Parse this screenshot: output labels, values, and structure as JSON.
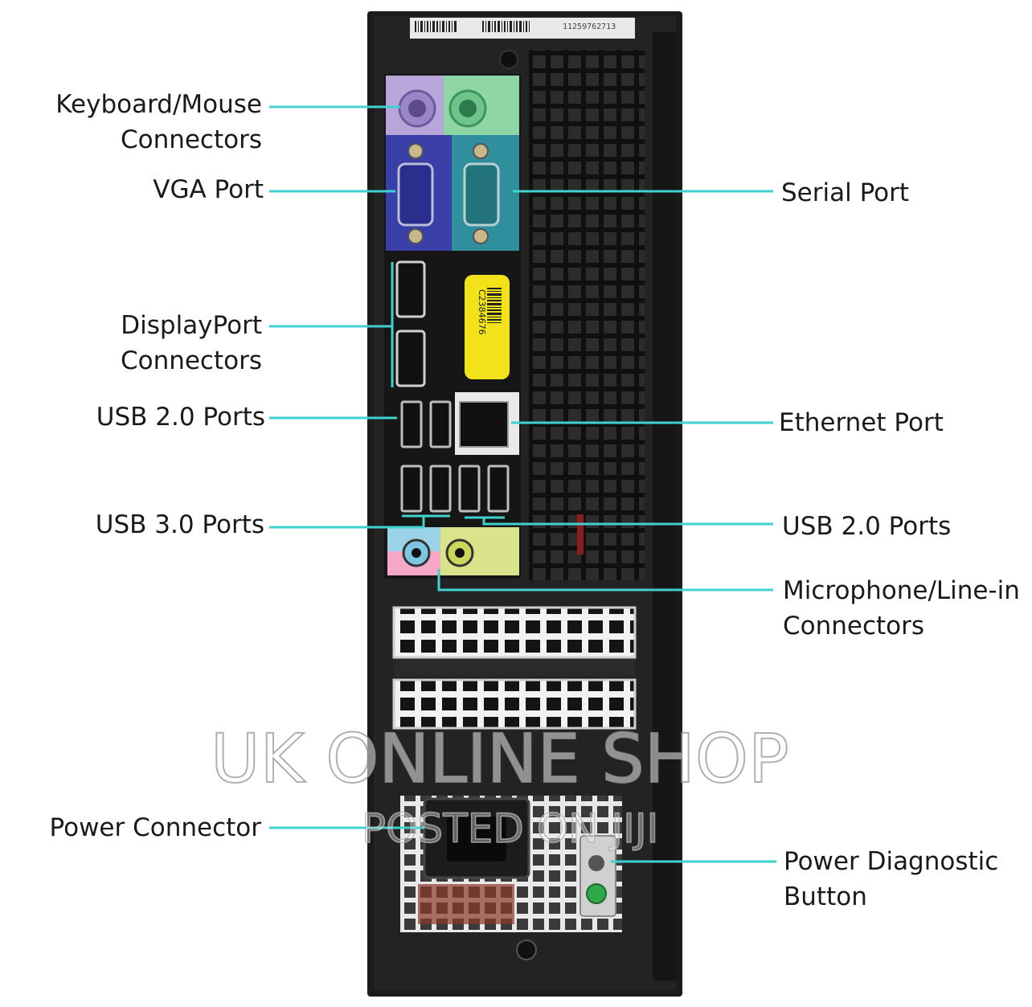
{
  "labels": {
    "keyboard_mouse": [
      "Keyboard/Mouse",
      "Connectors"
    ],
    "vga": "VGA Port",
    "displayport": [
      "DisplayPort",
      "Connectors"
    ],
    "usb2_left": "USB 2.0 Ports",
    "usb3": "USB 3.0 Ports",
    "power_connector": "Power Connector",
    "serial": "Serial Port",
    "ethernet": "Ethernet Port",
    "usb2_right": "USB 2.0 Ports",
    "mic_line_in": [
      "Microphone/Line-in",
      "Connectors"
    ],
    "power_diag": [
      "Power Diagnostic",
      "Button"
    ]
  },
  "tower": {
    "top_label_text": "11259762713",
    "barcode_sticker_text": "C2384676"
  },
  "watermark": {
    "line1": "UK ONLINE SHOP",
    "line2": "POSTED ON JIJI"
  },
  "colors": {
    "leader_line": "#3fd1cf",
    "case": "#1b1b1b",
    "ps2_mouse_bg": "#b8a6da",
    "ps2_kbd_bg": "#8fd6a6",
    "vga_bg": "#3a3fa8",
    "serial_bg": "#2f8f9c",
    "sticker": "#f2e21a",
    "mic_bg": "#f4a8c6",
    "line_bg": "#d9e38a"
  }
}
